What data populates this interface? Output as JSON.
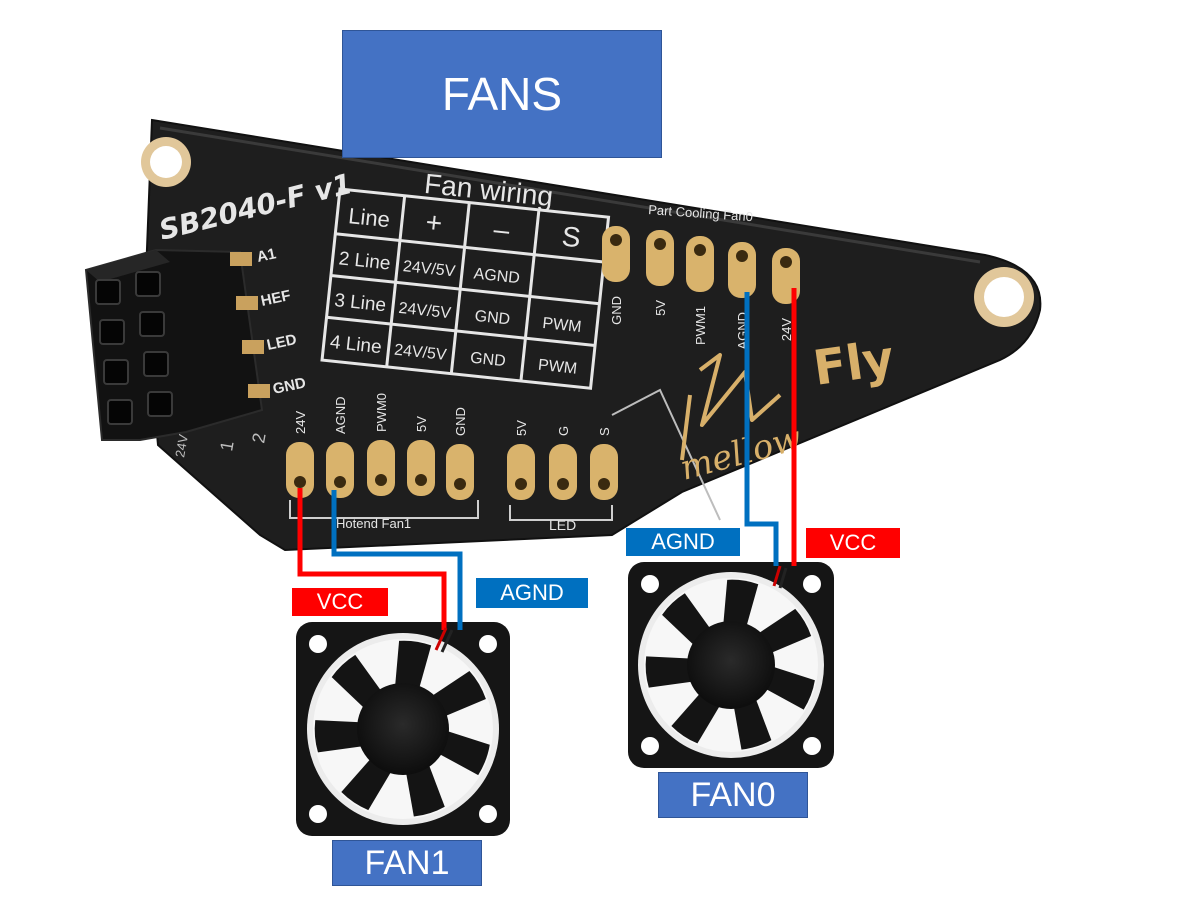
{
  "title": "FANS",
  "board": {
    "name": "SB2040-F v1",
    "brand": "Fly",
    "logo_text": "mellow",
    "fan_wiring": {
      "title": "Fan wiring",
      "header": [
        "Line",
        "+",
        "–",
        "S"
      ],
      "rows": [
        [
          "2 Line",
          "24V/5V",
          "AGND",
          ""
        ],
        [
          "3 Line",
          "24V/5V",
          "GND",
          "PWM"
        ],
        [
          "4 Line",
          "24V/5V",
          "GND",
          "PWM"
        ]
      ]
    },
    "part_cooling": {
      "title": "Part Cooling Fan0",
      "pins": [
        "GND",
        "5V",
        "PWM1",
        "AGND",
        "24V"
      ]
    },
    "hotend": {
      "title": "Hotend Fan1",
      "pins": [
        "24V",
        "AGND",
        "PWM0",
        "5V",
        "GND"
      ]
    },
    "led": {
      "title": "LED",
      "pins": [
        "5V",
        "G",
        "S"
      ]
    },
    "header_pins": [
      "A1",
      "HEF",
      "LED",
      "GND"
    ],
    "header_side": [
      "24V",
      "1",
      "2"
    ]
  },
  "wire_labels": {
    "fan1_vcc": "VCC",
    "fan1_agnd": "AGND",
    "fan0_agnd": "AGND",
    "fan0_vcc": "VCC"
  },
  "fan_labels": {
    "fan0": "FAN0",
    "fan1": "FAN1"
  },
  "colors": {
    "title_box": "#4472c4",
    "board": "#1e1e1e",
    "silkscreen": "#e6e6e6",
    "gold_pad": "#d9b36c",
    "vcc_wire": "#ff0000",
    "agnd_wire": "#0070c0"
  }
}
